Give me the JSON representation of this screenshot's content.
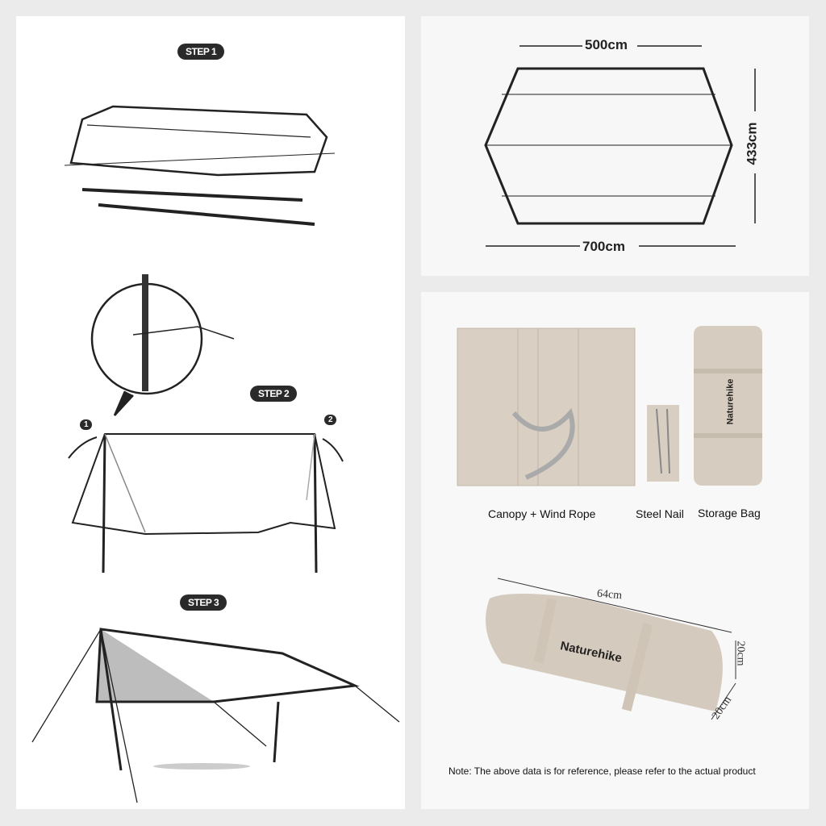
{
  "steps": {
    "step1": "STEP 1",
    "step2": "STEP 2",
    "step3": "STEP 3",
    "marker1": "1",
    "marker2": "2"
  },
  "dimensions": {
    "top_width": "500cm",
    "bottom_width": "700cm",
    "depth": "433cm"
  },
  "parts": {
    "canopy": "Canopy + Wind Rope",
    "nail": "Steel Nail",
    "bag": "Storage Bag",
    "brand": "Naturehike"
  },
  "packed": {
    "length": "64cm",
    "height": "20cm",
    "width": "20cm"
  },
  "note": "Note: The above data is for reference, please refer to the actual product"
}
